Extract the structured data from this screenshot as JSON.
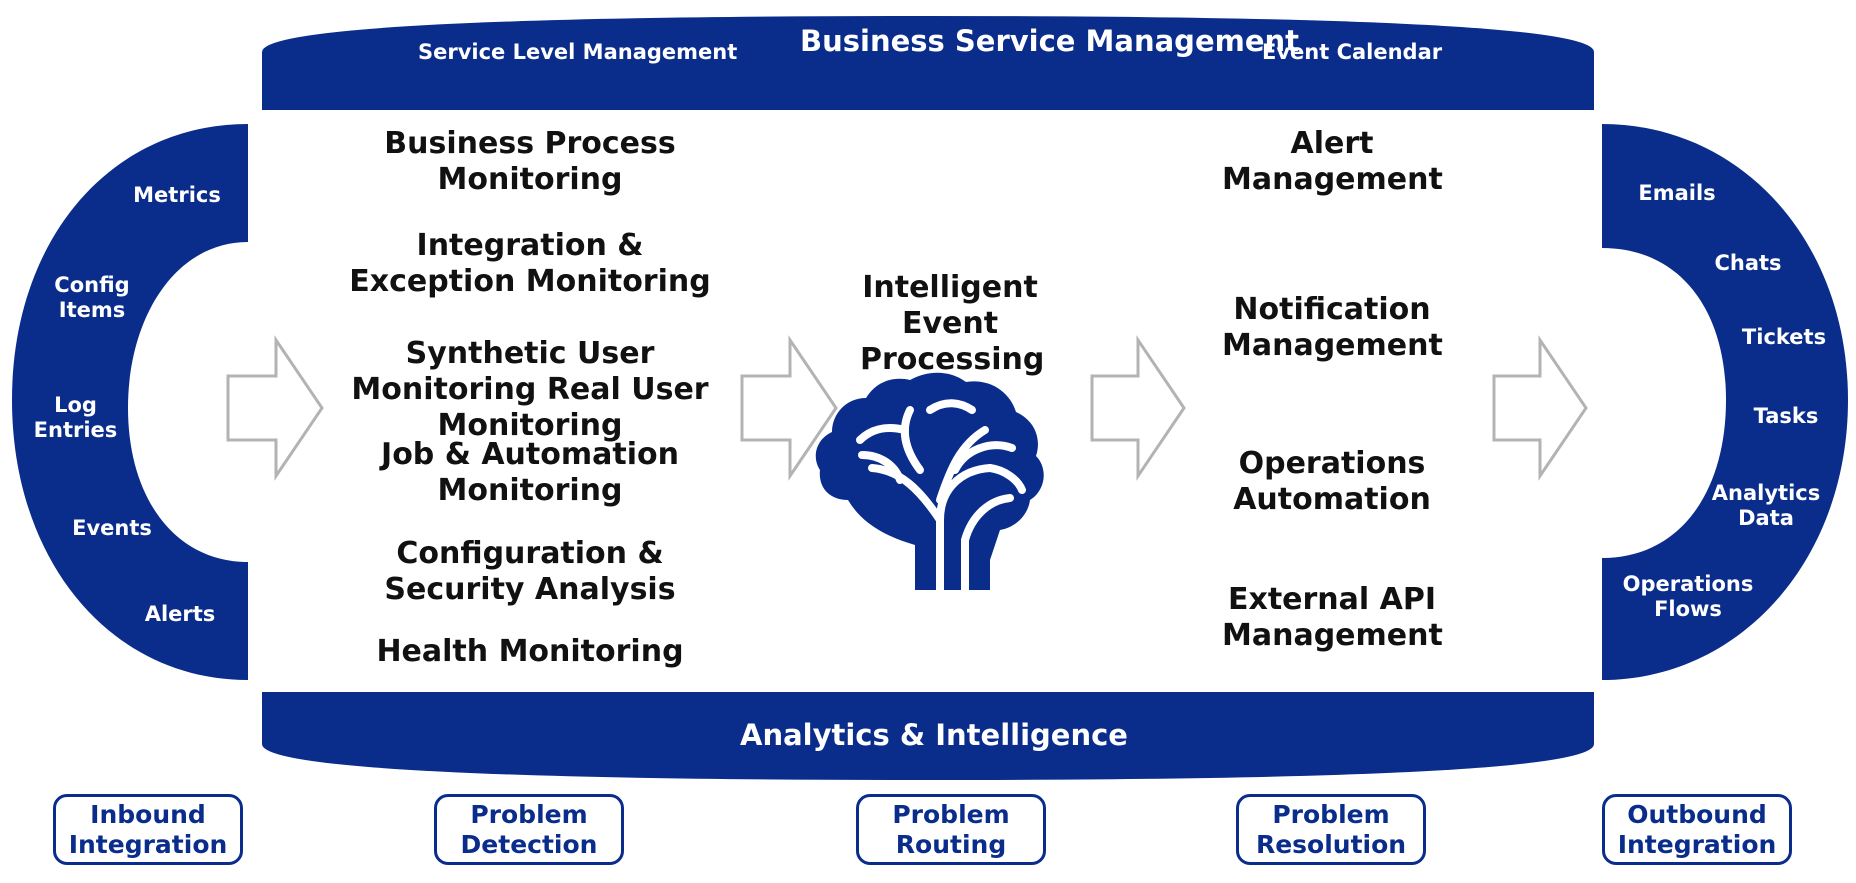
{
  "colors": {
    "primary": "#0a2d8c",
    "arrow_stroke": "#b3b3b3",
    "text": "#111111"
  },
  "top_bar": {
    "title": "Business Service Management",
    "left_label": "Service Level Management",
    "right_label": "Event Calendar"
  },
  "bottom_bar": {
    "title": "Analytics & Intelligence"
  },
  "inbound_sources": [
    "Metrics",
    "Config Items",
    "Log Entries",
    "Events",
    "Alerts"
  ],
  "detection_items": [
    "Business Process Monitoring",
    "Integration & Exception Monitoring",
    "Synthetic User Monitoring Real User Monitoring",
    "Job & Automation Monitoring",
    "Configuration & Security Analysis",
    "Health Monitoring"
  ],
  "center": {
    "label": "Intelligent Event Processing",
    "icon": "brain-icon"
  },
  "resolution_items": [
    "Alert Management",
    "Notification Management",
    "Operations Automation",
    "External API Management"
  ],
  "outbound_targets": [
    "Emails",
    "Chats",
    "Tickets",
    "Tasks",
    "Analytics Data",
    "Operations Flows"
  ],
  "phases": [
    "Inbound Integration",
    "Problem Detection",
    "Problem Routing",
    "Problem Resolution",
    "Outbound Integration"
  ]
}
